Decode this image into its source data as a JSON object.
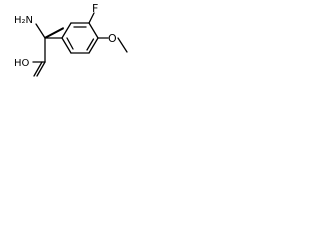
{
  "structure": {
    "atoms": {
      "amine": "H₂N",
      "fluorine": "F",
      "methoxy_oxygen": "O",
      "hydroxyl": "HO"
    }
  }
}
